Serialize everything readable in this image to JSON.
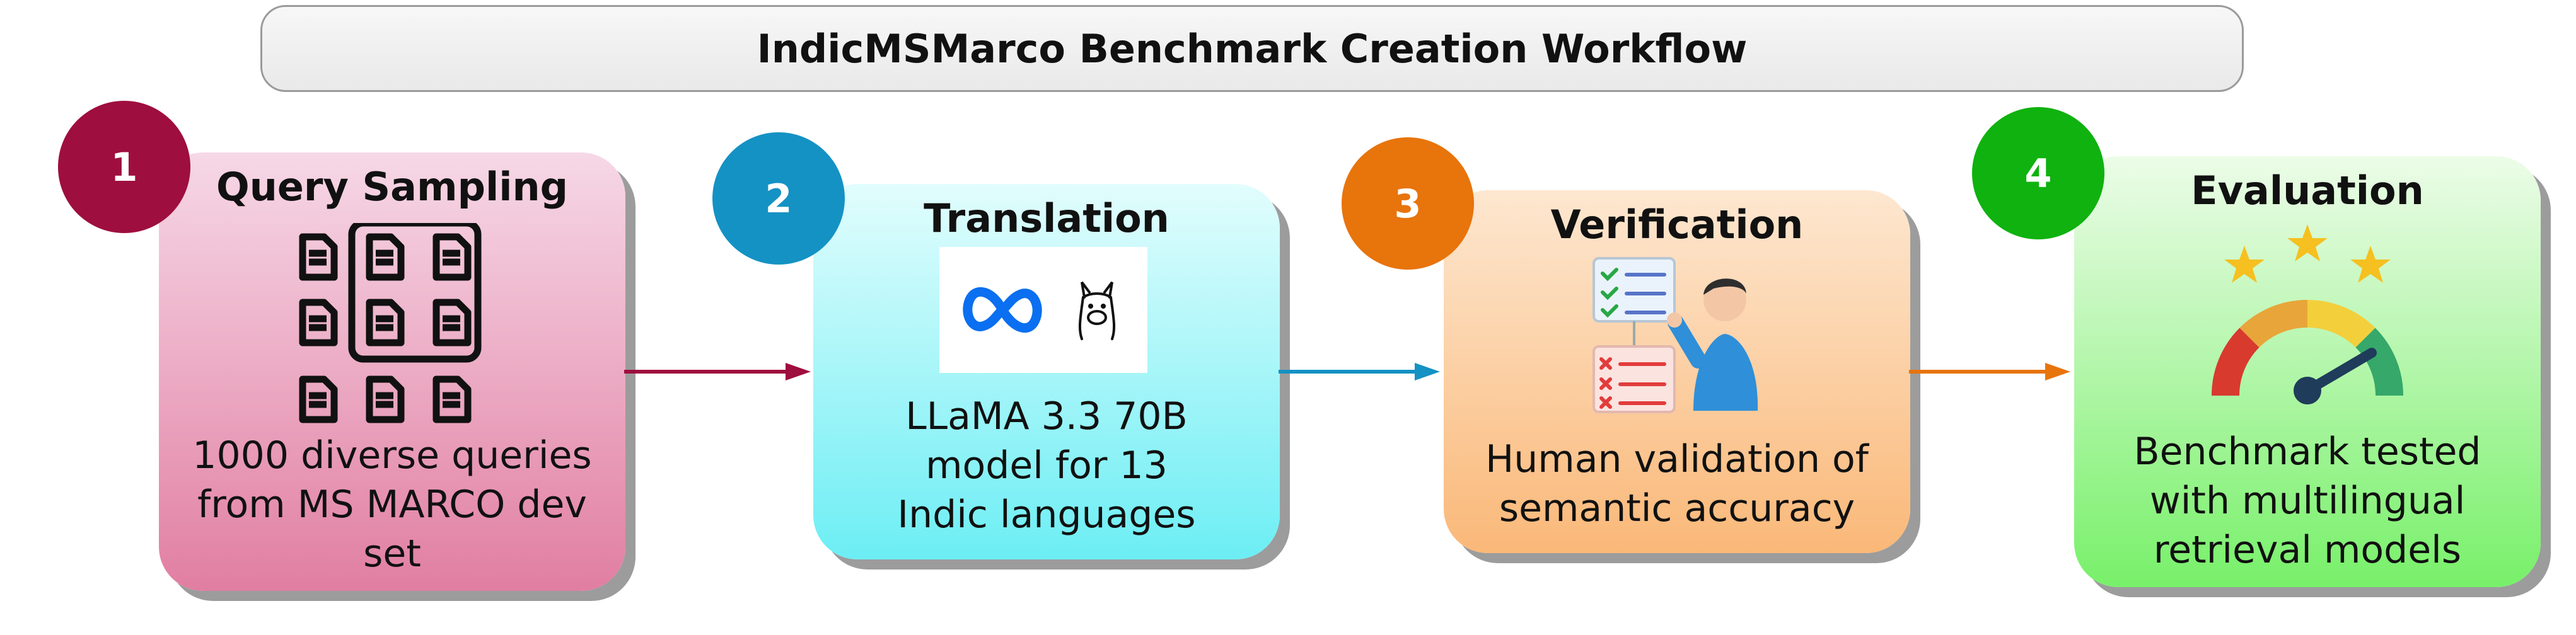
{
  "title": "IndicMSMarco Benchmark Creation Workflow",
  "steps": [
    {
      "number": "1",
      "title": "Query Sampling",
      "description": [
        "1000 diverse queries",
        "from MS MARCO dev",
        "set"
      ],
      "color": "#9e0e3e"
    },
    {
      "number": "2",
      "title": "Translation",
      "description": [
        "LLaMA 3.3 70B",
        "model for 13",
        "Indic languages"
      ],
      "color": "#1492c4"
    },
    {
      "number": "3",
      "title": "Verification",
      "description": [
        "Human validation of",
        "semantic accuracy"
      ],
      "color": "#e8740c"
    },
    {
      "number": "4",
      "title": "Evaluation",
      "description": [
        "Benchmark tested",
        "with multilingual",
        "retrieval models"
      ],
      "color": "#0fb20f"
    }
  ],
  "icons": [
    "document-grid-icon",
    "meta-logo-icon",
    "llama-icon",
    "checklist-person-icon",
    "rating-gauge-icon"
  ]
}
